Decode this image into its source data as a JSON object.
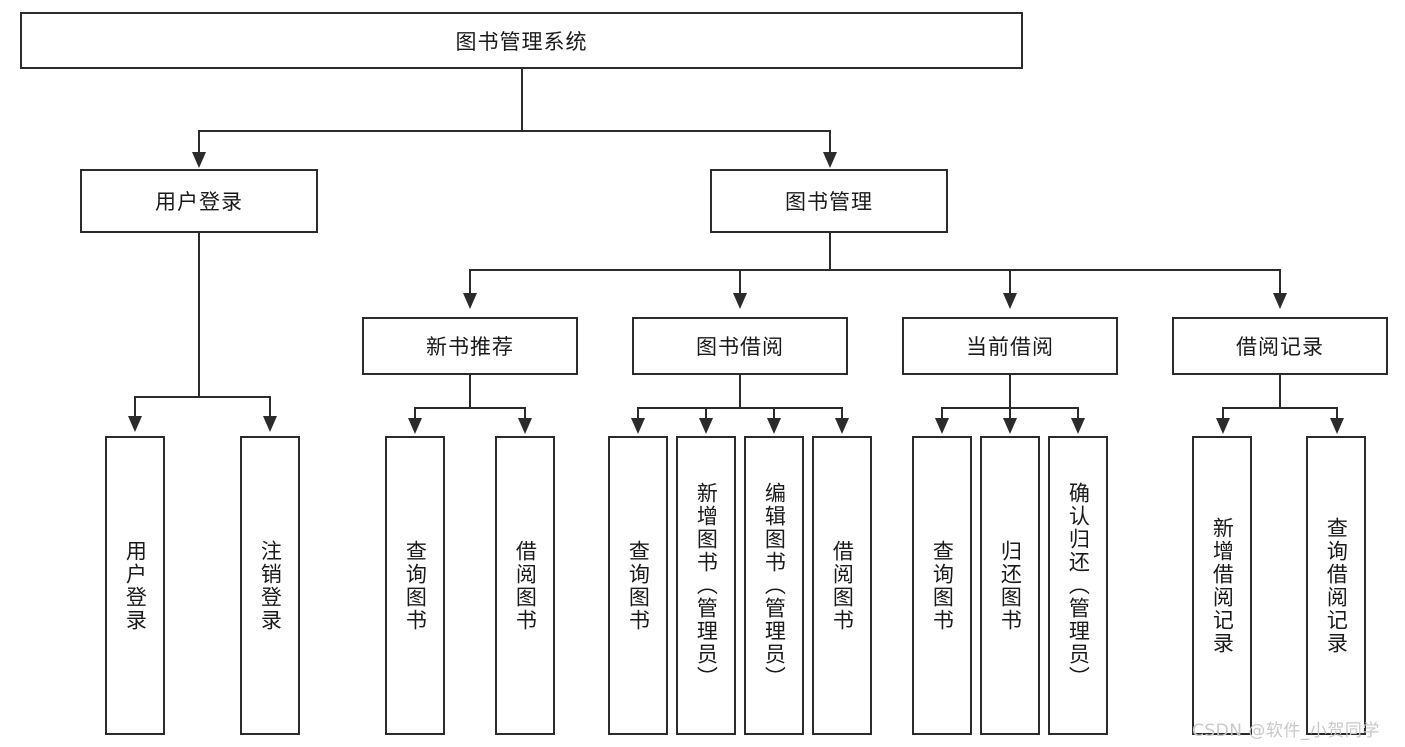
{
  "diagram": {
    "type": "tree-hierarchy",
    "title": "图书管理系统",
    "root": {
      "id": "root",
      "label": "图书管理系统",
      "orientation": "horizontal"
    },
    "level2": [
      {
        "id": "user-login",
        "label": "用户登录",
        "orientation": "horizontal"
      },
      {
        "id": "book-manage",
        "label": "图书管理",
        "orientation": "horizontal"
      }
    ],
    "level3": [
      {
        "id": "new-book-rec",
        "label": "新书推荐",
        "orientation": "horizontal"
      },
      {
        "id": "book-borrow",
        "label": "图书借阅",
        "orientation": "horizontal"
      },
      {
        "id": "current-borrow",
        "label": "当前借阅",
        "orientation": "horizontal"
      },
      {
        "id": "borrow-record",
        "label": "借阅记录",
        "orientation": "horizontal"
      }
    ],
    "leaves": {
      "user-login": [
        {
          "id": "leaf-user-login",
          "label": "用户登录",
          "orientation": "vertical"
        },
        {
          "id": "leaf-logout",
          "label": "注销登录",
          "orientation": "vertical"
        }
      ],
      "new-book-rec": [
        {
          "id": "leaf-query-book-1",
          "label": "查询图书",
          "orientation": "vertical"
        },
        {
          "id": "leaf-borrow-book-1",
          "label": "借阅图书",
          "orientation": "vertical"
        }
      ],
      "book-borrow": [
        {
          "id": "leaf-query-book-2",
          "label": "查询图书",
          "orientation": "vertical"
        },
        {
          "id": "leaf-add-book",
          "label": "新增图书（管理员）",
          "orientation": "vertical"
        },
        {
          "id": "leaf-edit-book",
          "label": "编辑图书（管理员）",
          "orientation": "vertical"
        },
        {
          "id": "leaf-borrow-book-2",
          "label": "借阅图书",
          "orientation": "vertical"
        }
      ],
      "current-borrow": [
        {
          "id": "leaf-query-book-3",
          "label": "查询图书",
          "orientation": "vertical"
        },
        {
          "id": "leaf-return-book",
          "label": "归还图书",
          "orientation": "vertical"
        },
        {
          "id": "leaf-confirm-return",
          "label": "确认归还（管理员）",
          "orientation": "vertical"
        }
      ],
      "borrow-record": [
        {
          "id": "leaf-add-record",
          "label": "新增借阅记录",
          "orientation": "vertical"
        },
        {
          "id": "leaf-query-record",
          "label": "查询借阅记录",
          "orientation": "vertical"
        }
      ]
    },
    "colors": {
      "stroke": "#2b2b2b",
      "fill": "#ffffff",
      "text": "#1a1a1a",
      "watermark": "#c9c9c9"
    }
  },
  "watermark": {
    "text": "CSDN @软件_小贺同学"
  }
}
